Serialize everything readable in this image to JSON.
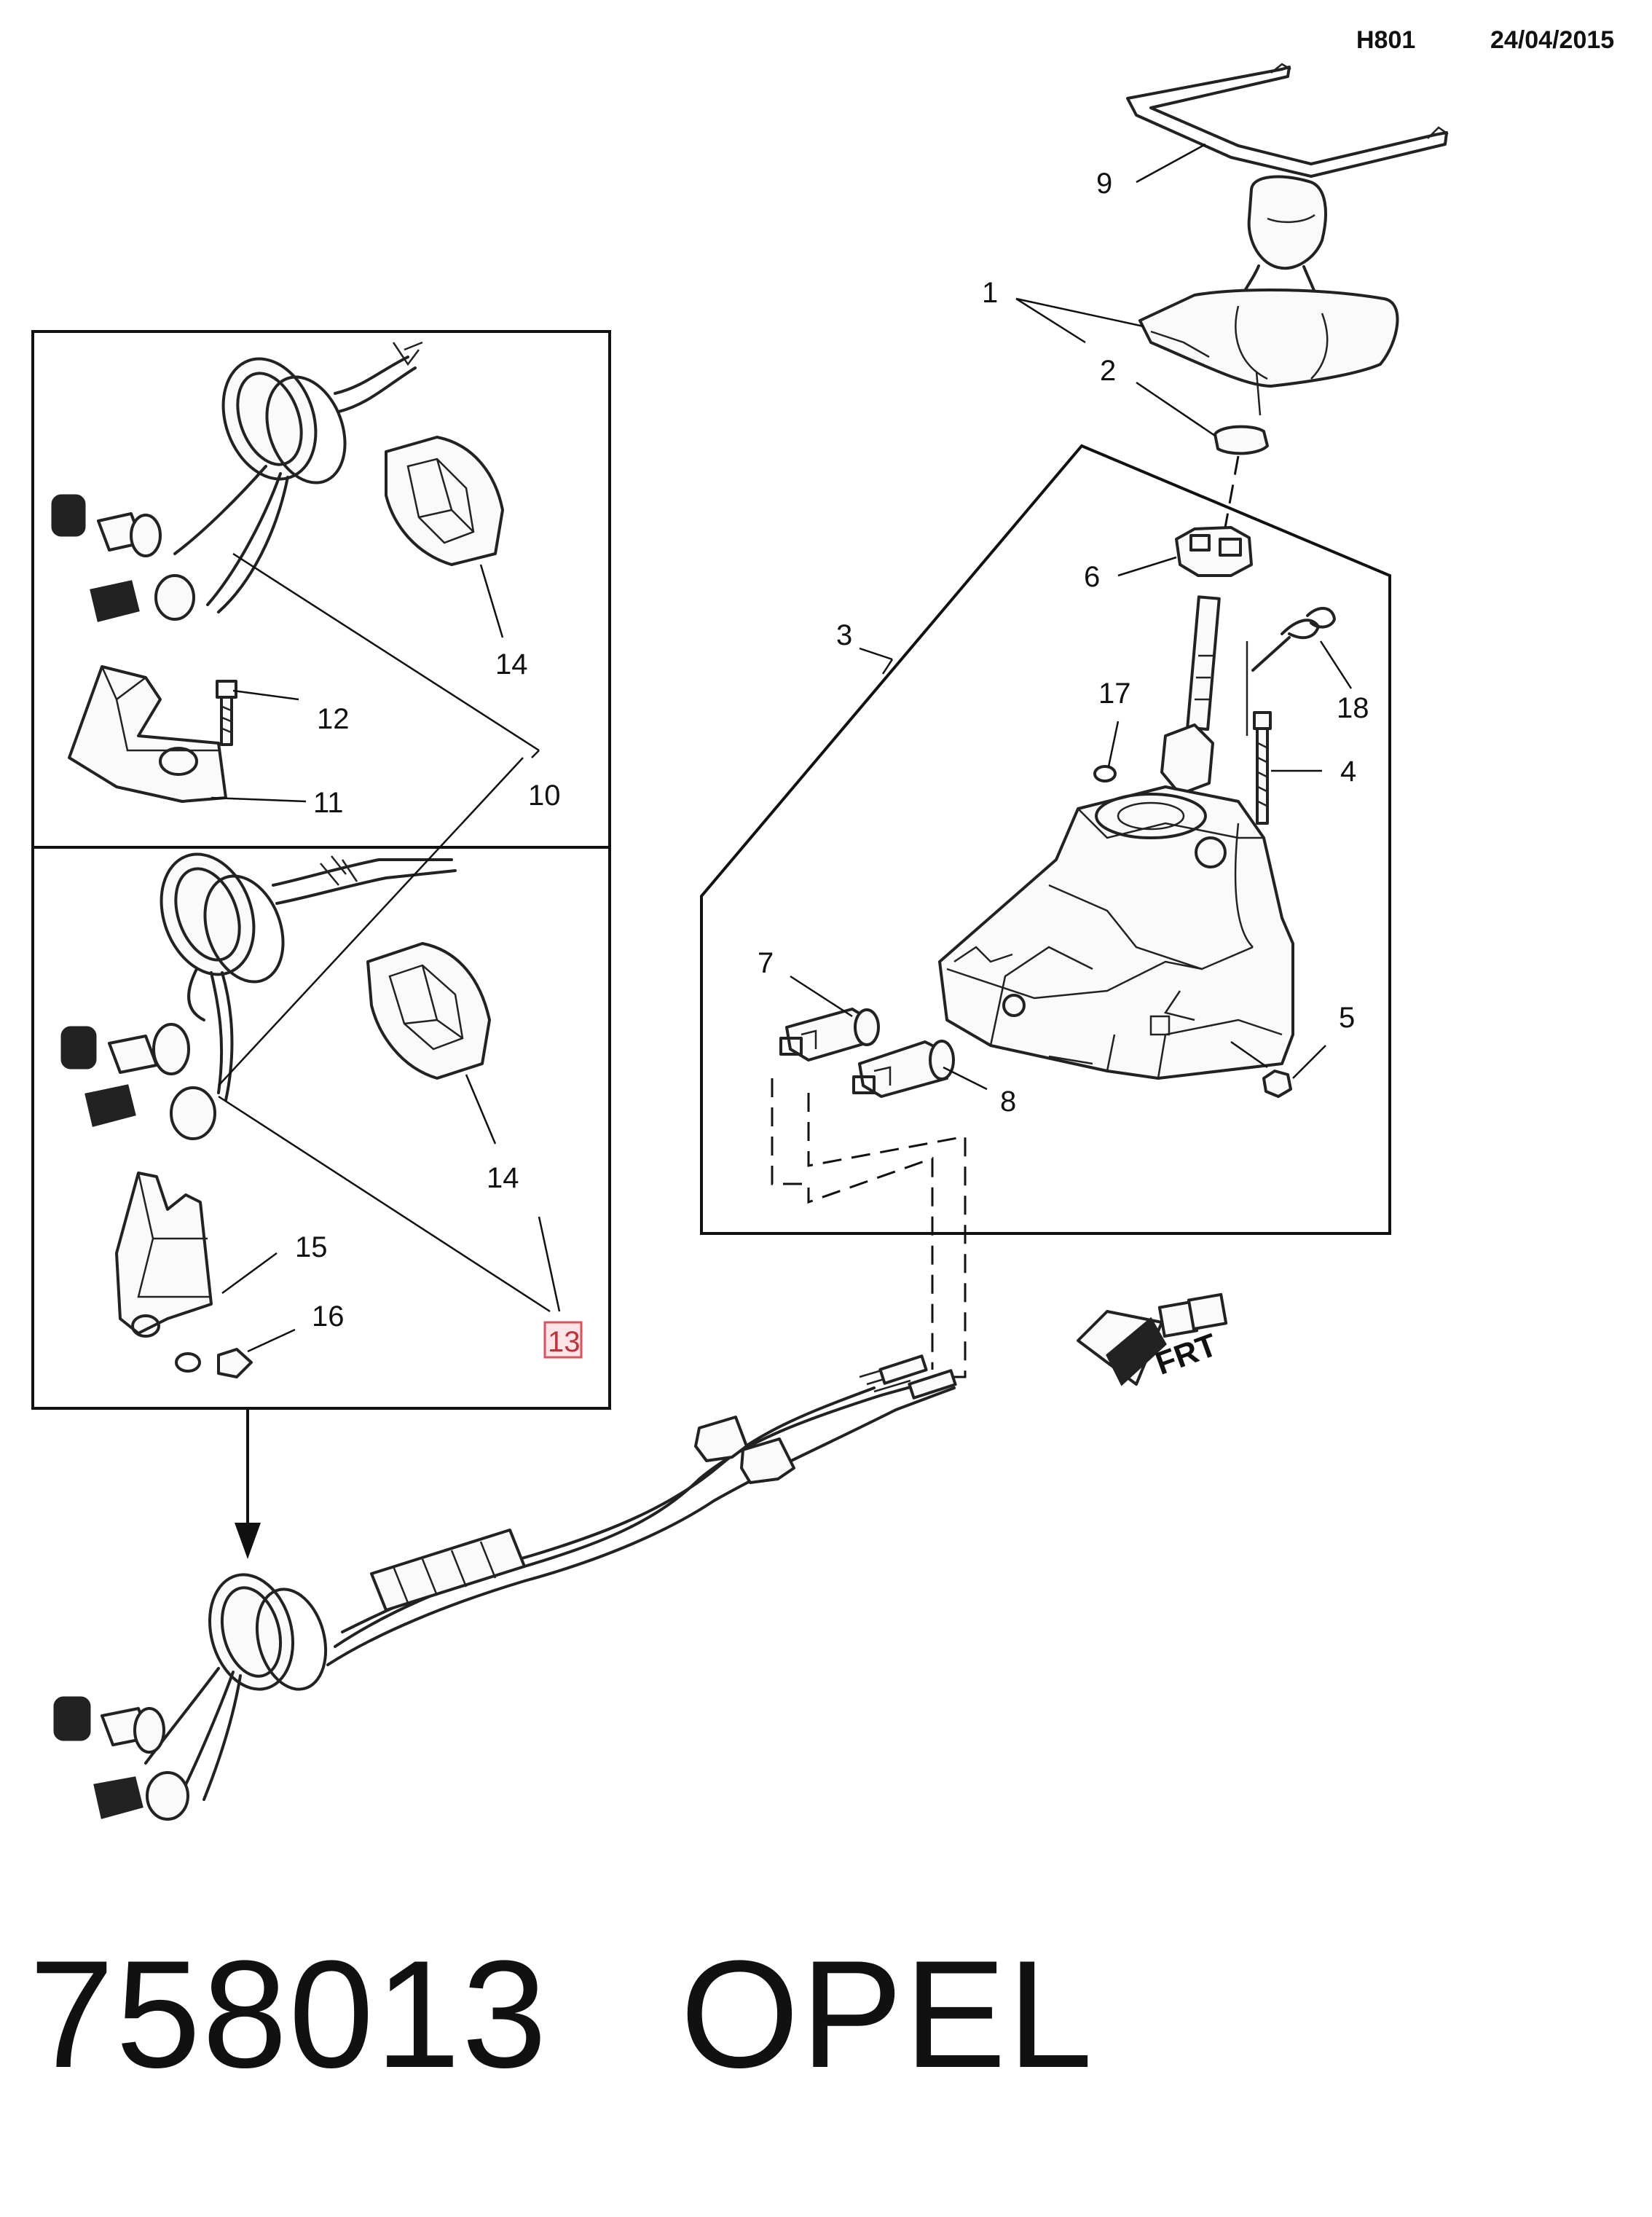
{
  "header": {
    "code": "H801",
    "date": "24/04/2015"
  },
  "footer": {
    "part_number": "758013",
    "brand": "OPEL"
  },
  "direction_marker": {
    "text": "FRT"
  },
  "callouts": [
    {
      "id": "c1",
      "text": "1"
    },
    {
      "id": "c2",
      "text": "2"
    },
    {
      "id": "c3",
      "text": "3"
    },
    {
      "id": "c4",
      "text": "4"
    },
    {
      "id": "c5",
      "text": "5"
    },
    {
      "id": "c6",
      "text": "6"
    },
    {
      "id": "c7",
      "text": "7"
    },
    {
      "id": "c8",
      "text": "8"
    },
    {
      "id": "c9",
      "text": "9"
    },
    {
      "id": "c10",
      "text": "10"
    },
    {
      "id": "c11",
      "text": "11"
    },
    {
      "id": "c12",
      "text": "12"
    },
    {
      "id": "c13",
      "text": "13",
      "highlighted": true
    },
    {
      "id": "c14a",
      "text": "14"
    },
    {
      "id": "c14b",
      "text": "14"
    },
    {
      "id": "c15",
      "text": "15"
    },
    {
      "id": "c16",
      "text": "16"
    },
    {
      "id": "c17",
      "text": "17"
    },
    {
      "id": "c18",
      "text": "18"
    }
  ],
  "colors": {
    "line": "#222222",
    "highlight_box": "#e0505a",
    "highlight_fill": "#fde4e6",
    "background": "#ffffff"
  }
}
